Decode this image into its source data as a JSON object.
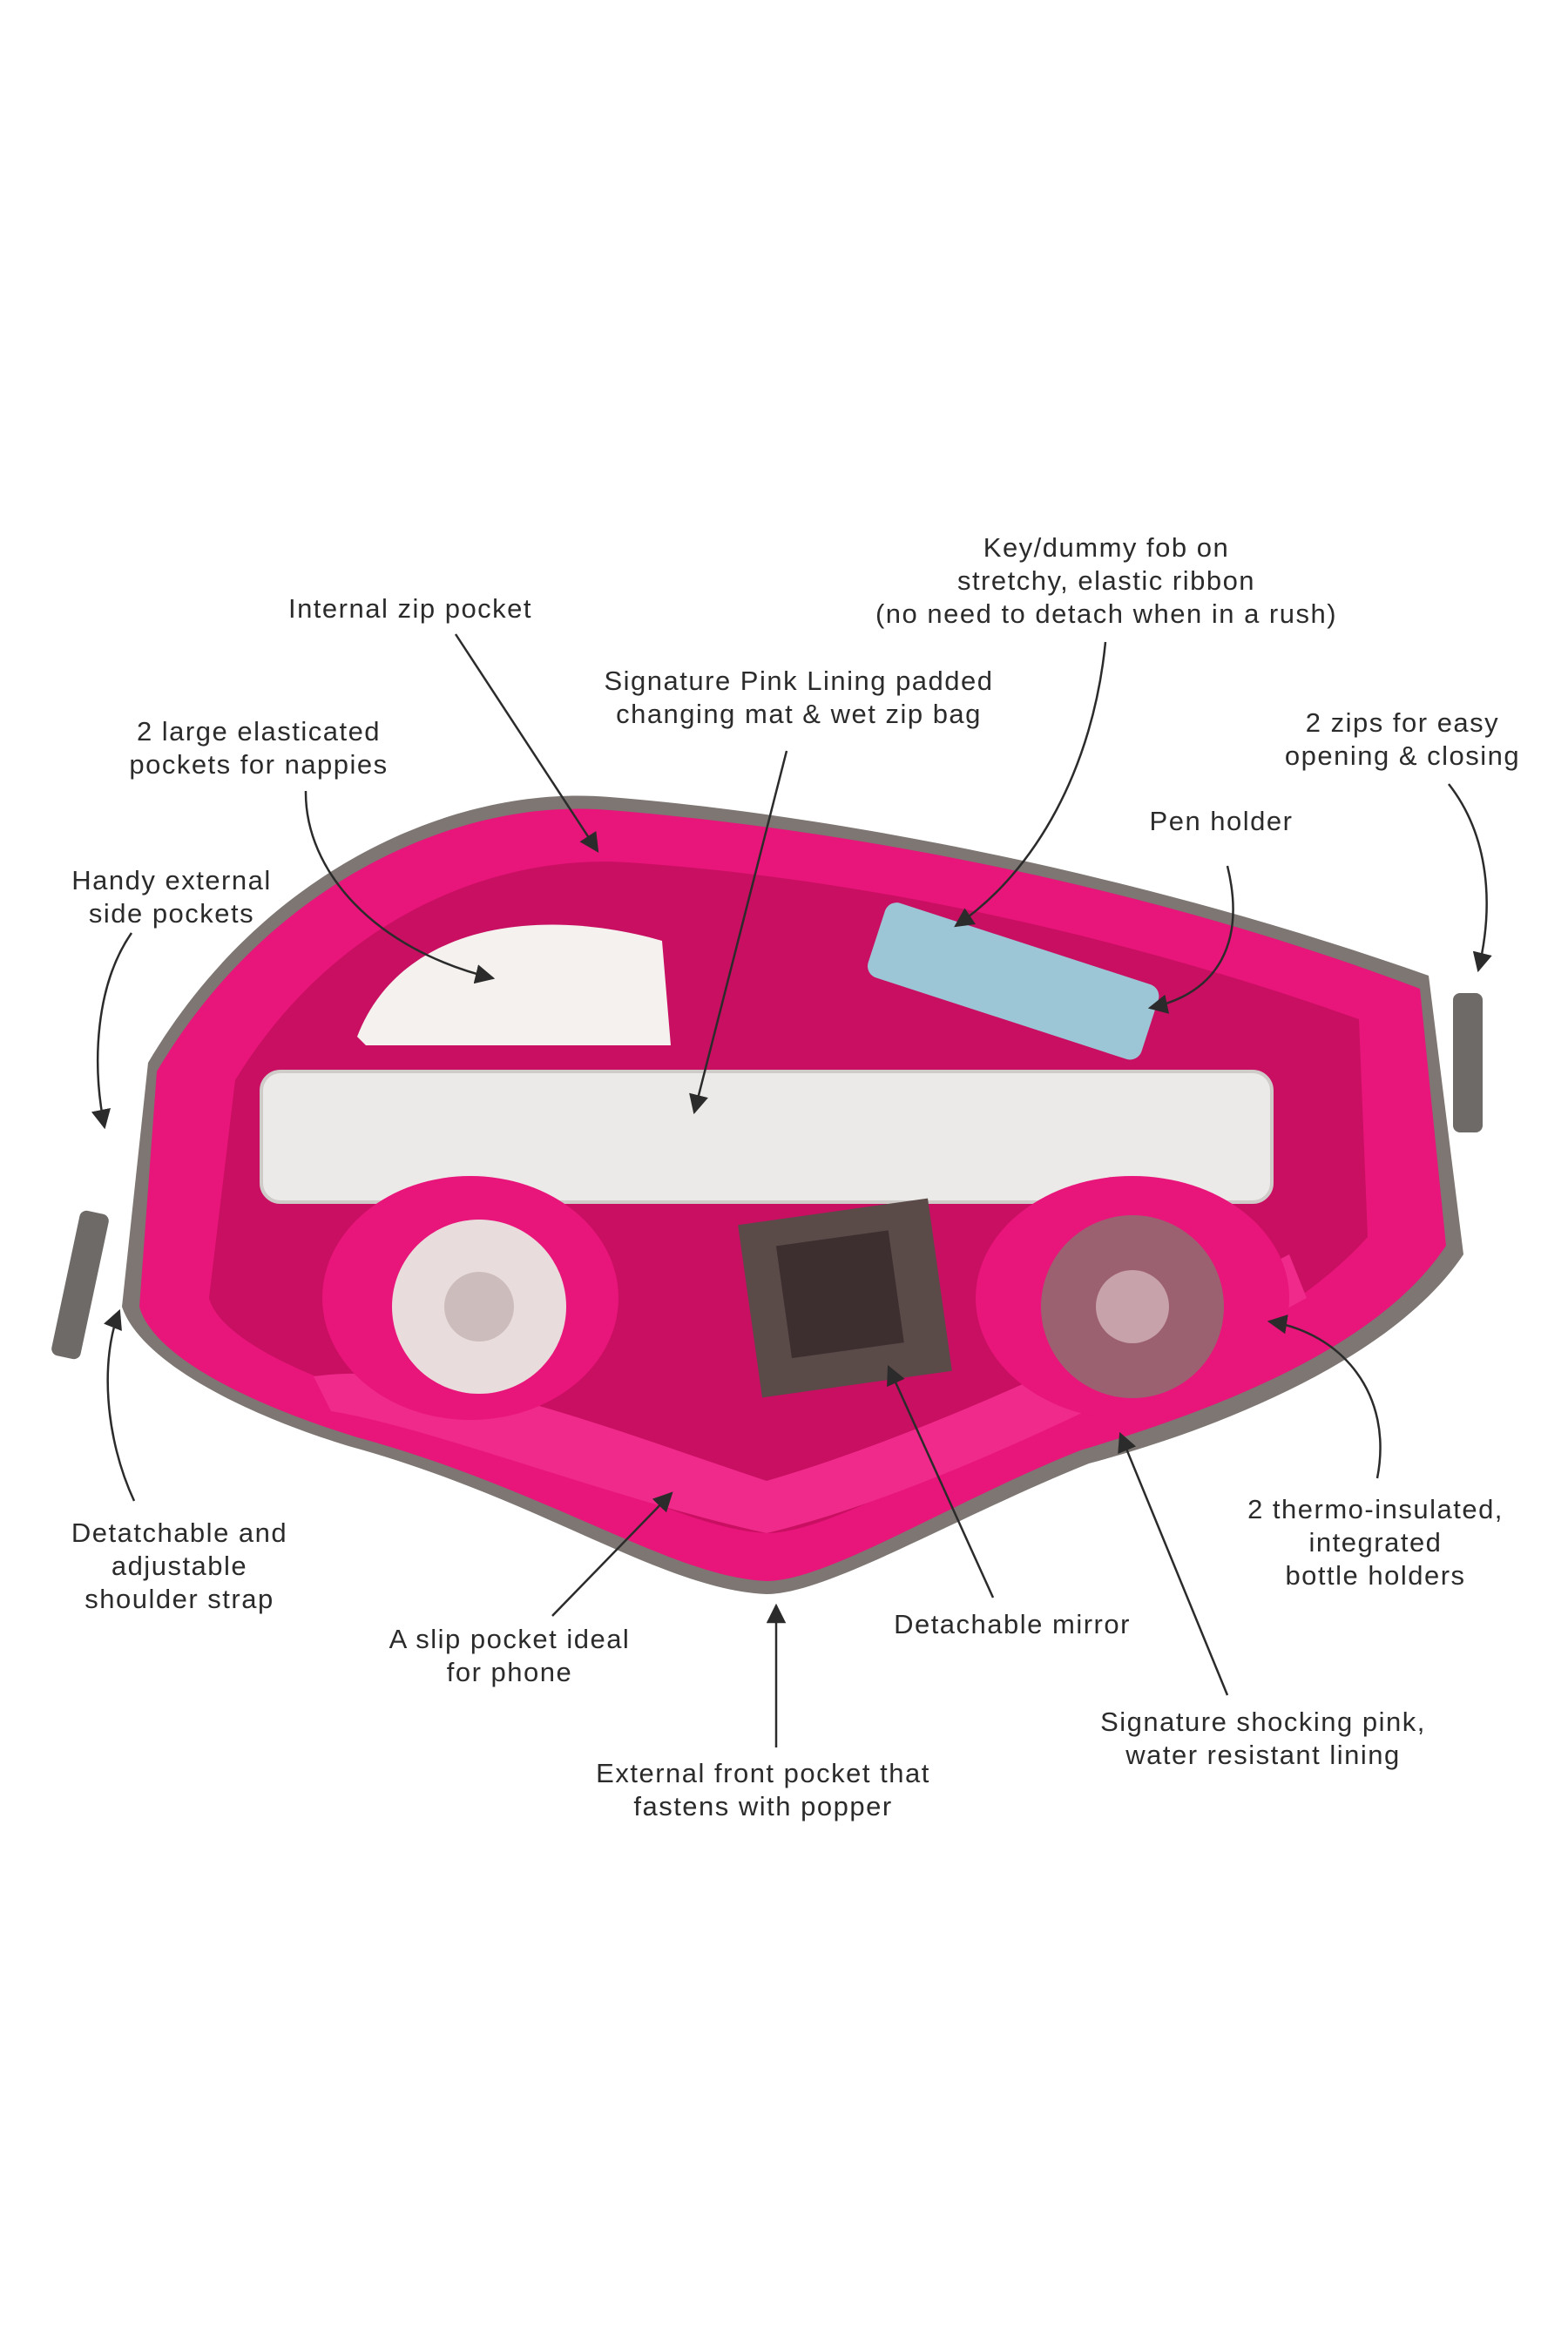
{
  "callouts": {
    "key_fob": [
      "Key/dummy fob on",
      "stretchy, elastic ribbon",
      "(no need to detach when in a rush)"
    ],
    "internal_zip": [
      "Internal zip pocket"
    ],
    "changing_mat": [
      "Signature Pink Lining padded",
      "changing mat & wet zip bag"
    ],
    "nappy_pockets": [
      "2 large elasticated",
      "pockets for nappies"
    ],
    "two_zips": [
      "2 zips for easy",
      "opening & closing"
    ],
    "pen_holder": [
      "Pen holder"
    ],
    "side_pockets": [
      "Handy external",
      "side pockets"
    ],
    "shoulder_strap": [
      "Detatchable and",
      "adjustable",
      "shoulder strap"
    ],
    "bottle_holders": [
      "2 thermo-insulated,",
      "integrated",
      "bottle holders"
    ],
    "slip_pocket": [
      "A slip pocket ideal",
      "for phone"
    ],
    "mirror": [
      "Detachable mirror"
    ],
    "lining": [
      "Signature shocking pink,",
      "water resistant lining"
    ],
    "front_pocket": [
      "External front pocket that",
      "fastens with popper"
    ]
  },
  "colors": {
    "pink": "#e8157a",
    "pink_dark": "#c80f62",
    "grey": "#7d7672",
    "text": "#2b2b2b"
  }
}
